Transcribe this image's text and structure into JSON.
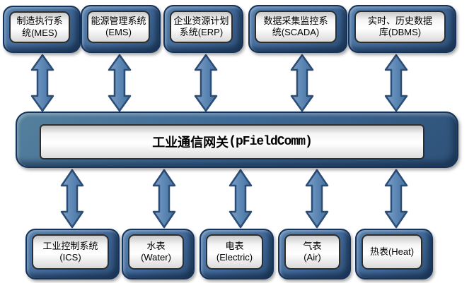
{
  "diagram_title": "pFieldComm industrial communication gateway architecture",
  "colors": {
    "node_blue": "#41699a",
    "node_border_navy": "#14325a",
    "panel_gray_top": "#c9c9c9",
    "panel_gray_bottom": "#dadada",
    "arrow_fill": "#5d87b4",
    "arrow_outline": "#2b4c74",
    "text": "#000000",
    "background": "#ffffff"
  },
  "top_boxes": [
    {
      "id": "mes",
      "line1": "制造执行系",
      "line2": "统(MES)"
    },
    {
      "id": "ems",
      "line1": "能源管理系统",
      "line2": "(EMS)"
    },
    {
      "id": "erp",
      "line1": "企业资源计划",
      "line2": "系统(ERP)"
    },
    {
      "id": "scada",
      "line1": "数据采集监控系",
      "line2": "统(SCADA)"
    },
    {
      "id": "dbms",
      "line1": "实时、历史数据",
      "line2": "库(DBMS)"
    }
  ],
  "gateway": {
    "title_zh": "工业通信网关",
    "title_en": "(pFieldComm)"
  },
  "bottom_boxes": [
    {
      "id": "ics",
      "line1": "工业控制系统",
      "line2": "(ICS)"
    },
    {
      "id": "water",
      "line1": "水表",
      "line2": "(Water)"
    },
    {
      "id": "electric",
      "line1": "电表",
      "line2": "(Electric)"
    },
    {
      "id": "air",
      "line1": "气表",
      "line2": "(Air)"
    },
    {
      "id": "heat",
      "line1": "热表(Heat)",
      "line2": ""
    }
  ]
}
